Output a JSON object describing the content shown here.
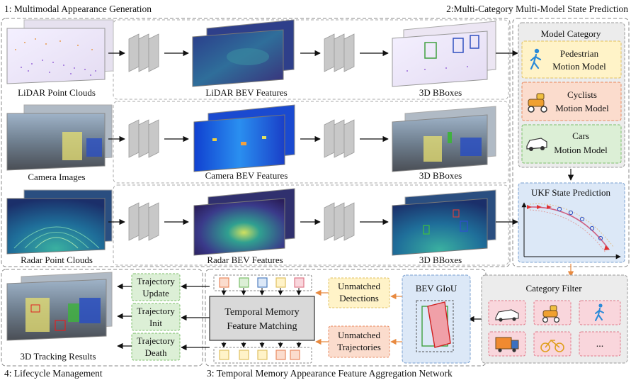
{
  "sections": {
    "s1": "1: Multimodal Appearance Generation",
    "s2": "2:Multi-Category Multi-Model State Prediction",
    "s3": "3: Temporal Memory Appearance Feature Aggregation Network",
    "s4": "4: Lifecycle Management"
  },
  "rows": [
    {
      "input": "LiDAR Point Clouds",
      "features": "LiDAR BEV Features",
      "output": "3D BBoxes"
    },
    {
      "input": "Camera Images",
      "features": "Camera BEV Features",
      "output": "3D BBoxes"
    },
    {
      "input": "Radar Point Clouds",
      "features": "Radar BEV Features",
      "output": "3D BBoxes"
    }
  ],
  "model_category": {
    "title": "Model Category",
    "pedestrian": [
      "Pedestrian",
      "Motion Model"
    ],
    "cyclists": [
      "Cyclists",
      "Motion Model"
    ],
    "cars": [
      "Cars",
      "Motion Model"
    ]
  },
  "ukf": {
    "title": "UKF State Prediction"
  },
  "category_filter": {
    "title": "Category Filter",
    "more": "..."
  },
  "bev_giou": {
    "title": "BEV GIoU"
  },
  "unmatched": {
    "detections": [
      "Unmatched",
      "Detections"
    ],
    "trajectories": [
      "Unmatched",
      "Trajectories"
    ]
  },
  "temporal_memory": [
    "Temporal Memory",
    "Feature Matching"
  ],
  "lifecycle": {
    "update": [
      "Trajectory",
      "Update"
    ],
    "init": [
      "Trajectory",
      "Init"
    ],
    "death": [
      "Trajectory",
      "Death"
    ]
  },
  "tracking_results": "3D Tracking Results",
  "colors": {
    "yellow_fill": "#fff3c8",
    "yellow_stroke": "#e0c060",
    "orange_fill": "#fbdccd",
    "orange_stroke": "#e88a60",
    "green_fill": "#dcefd6",
    "green_stroke": "#7cbf6a",
    "blue_fill": "#dce8f7",
    "blue_stroke": "#7aa0d0",
    "pink_fill": "#f9d6dc",
    "pink_stroke": "#e07a8a",
    "gray_fill": "#ececec",
    "gray_stroke": "#9a9a9a",
    "memory_fill": "#d9d9d9"
  }
}
